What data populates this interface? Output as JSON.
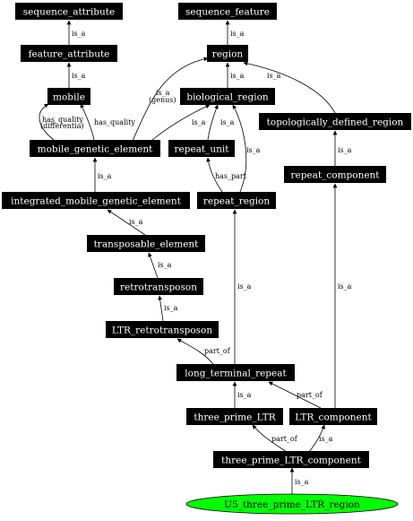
{
  "nodes": {
    "sequence_attribute": "sequence_attribute",
    "sequence_feature": "sequence_feature",
    "feature_attribute": "feature_attribute",
    "region": "region",
    "mobile": "mobile",
    "biological_region": "biological_region",
    "topologically_defined_region": "topologically_defined_region",
    "mobile_genetic_element": "mobile_genetic_element",
    "repeat_unit": "repeat_unit",
    "repeat_component": "repeat_component",
    "integrated_mobile_genetic_element": "integrated_mobile_genetic_element",
    "repeat_region": "repeat_region",
    "transposable_element": "transposable_element",
    "retrotransposon": "retrotransposon",
    "LTR_retrotransposon": "LTR_retrotransposon",
    "long_terminal_repeat": "long_terminal_repeat",
    "three_prime_LTR": "three_prime_LTR",
    "LTR_component": "LTR_component",
    "three_prime_LTR_component": "three_prime_LTR_component",
    "U5_three_prime_LTR_region": "U5_three_prime_LTR_region"
  },
  "edges": {
    "feature_attribute_sequence_attribute": "is_a",
    "region_sequence_feature": "is_a",
    "mobile_feature_attribute": "is_a",
    "biological_region_region": "is_a",
    "genus_region_1": "is_a",
    "genus_region_2": "(genus)",
    "topo_region": "is_a",
    "mge_mobile_quality_1": "has_quality",
    "mge_mobile_quality_2": "(differentia)",
    "mge_mobile_has_quality": "has_quality",
    "mge_biological_region": "is_a",
    "repeat_unit_biological_region": "is_a",
    "repeat_region_biological_region": "is_a",
    "repeat_component_topo": "is_a",
    "imge_mge": "is_a",
    "repeat_region_has_part": "has_part",
    "te_imge": "is_a",
    "retro_te": "is_a",
    "ltr_retro_retro": "is_a",
    "ltr_part_of_ltr_retro": "part_of",
    "ltr_repeat_region": "is_a",
    "ltr_component_repeat_component": "is_a",
    "three_prime_ltr_ltr": "is_a",
    "ltr_component_part_of_ltr": "part_of",
    "tplc_part_of_three_prime_ltr": "part_of",
    "tplc_ltr_component": "is_a",
    "u5_tplc": "is_a"
  },
  "colors": {
    "node_fill": "#000000",
    "node_text": "#ffffff",
    "root_fill": "#00ff00",
    "edge": "#000000"
  }
}
